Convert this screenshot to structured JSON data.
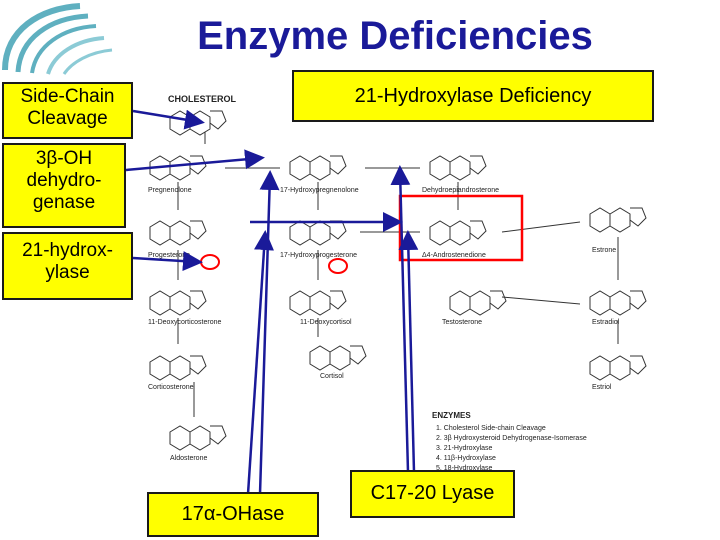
{
  "slide": {
    "title": "Enzyme Deficiencies"
  },
  "labels": {
    "side_chain_line1": "Side-Chain",
    "side_chain_line2": "Cleavage",
    "three_beta_line1": "3β-OH",
    "three_beta_line2": "dehydro-",
    "three_beta_line3": "genase",
    "hydroxylase_line1": "21-hydrox-",
    "hydroxylase_line2": "ylase",
    "deficiency": "21-Hydroxylase Deficiency",
    "seventeen_alpha": "17α-OHase",
    "c17_20": "C17-20 Lyase"
  },
  "pathway": {
    "top_label": "CHOLESTEROL",
    "compounds": {
      "pregnenolone": "Pregnenolone",
      "hydroxypregnenolone": "17-Hydroxypregnenolone",
      "dhea": "Dehydroepiandrosterone",
      "progesterone": "Progesterone",
      "hydroxyprogesterone": "17-Hydroxyprogesterone",
      "androstenedione": "Δ4-Androstenedione",
      "estrone": "Estrone",
      "deoxycorticosterone": "11-Deoxycorticosterone",
      "deoxycortisol": "11-Deoxycortisol",
      "testosterone": "Testosterone",
      "estradiol": "Estradiol",
      "corticosterone": "Corticosterone",
      "cortisol": "Cortisol",
      "estriol": "Estriol",
      "aldosterone": "Aldosterone"
    },
    "enzymes_heading": "ENZYMES",
    "enzymes": [
      "1. Cholesterol Side-chain Cleavage",
      "2. 3β Hydroxysteroid Dehydrogenase-Isomerase",
      "3. 21-Hydroxylase",
      "4. 11β-Hydroxylase",
      "5. 18-Hydroxylase"
    ]
  },
  "colors": {
    "title": "#1a1a99",
    "label_fill": "#ffff00",
    "arrow": "#1a1a99",
    "highlight": "#ff0000"
  }
}
